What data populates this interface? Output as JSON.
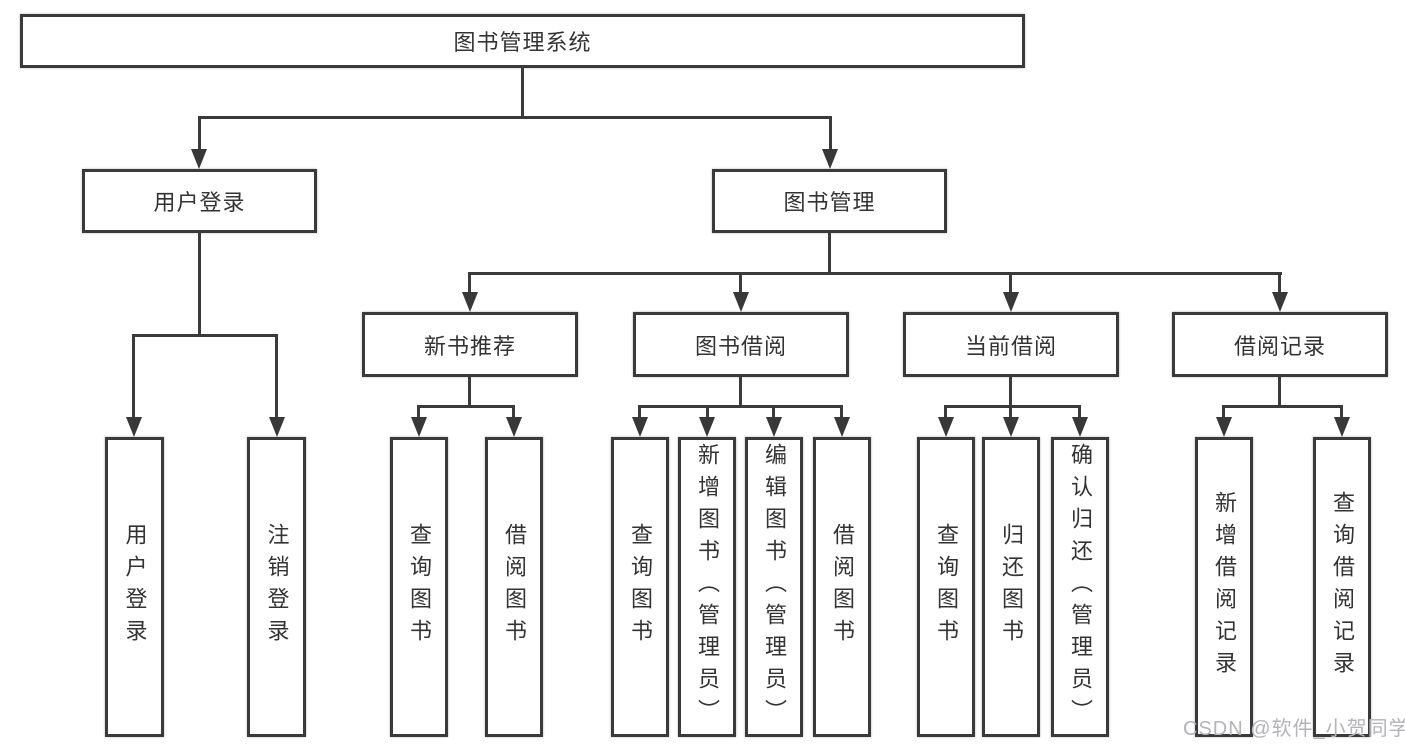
{
  "tree": {
    "root": {
      "label": "图书管理系统"
    },
    "branches": [
      {
        "label": "用户登录",
        "leaves": [
          "用户登录",
          "注销登录"
        ]
      },
      {
        "label": "图书管理",
        "sections": [
          {
            "label": "新书推荐",
            "leaves": [
              "查询图书",
              "借阅图书"
            ]
          },
          {
            "label": "图书借阅",
            "leaves": [
              "查询图书",
              "新增图书（管理员）",
              "编辑图书（管理员）",
              "借阅图书"
            ]
          },
          {
            "label": "当前借阅",
            "leaves": [
              "查询图书",
              "归还图书",
              "确认归还（管理员）"
            ]
          },
          {
            "label": "借阅记录",
            "leaves": [
              "新增借阅记录",
              "查询借阅记录"
            ]
          }
        ]
      }
    ]
  },
  "watermark": {
    "text": "CSDN @软件_小贺同学"
  },
  "colors": {
    "line": "#3a3a3a",
    "box_border": "#3a3a3a",
    "text": "#333333",
    "background": "#ffffff",
    "watermark": "#b3b3b8"
  }
}
